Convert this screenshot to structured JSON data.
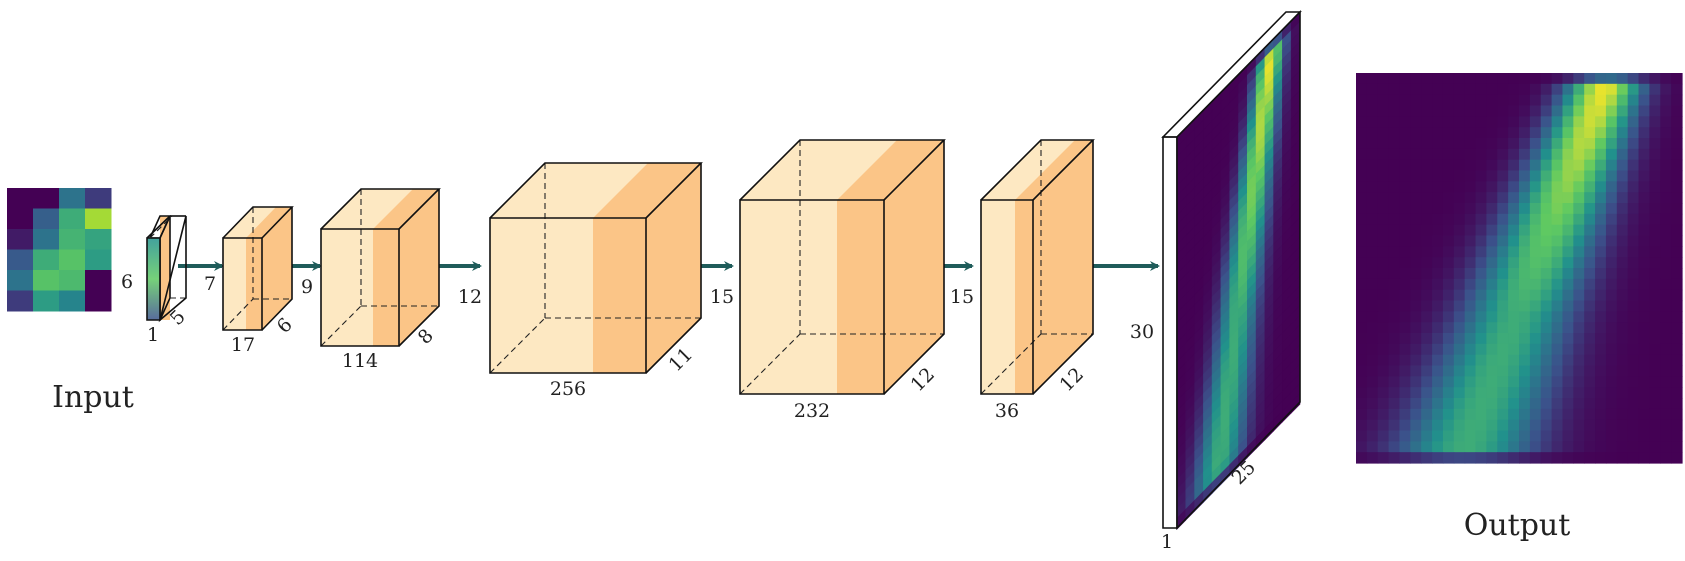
{
  "input": {
    "label": "Input",
    "grid": [
      [
        0.0,
        0.0,
        0.38,
        0.18
      ],
      [
        0.0,
        0.3,
        0.62,
        0.95
      ],
      [
        0.08,
        0.38,
        0.65,
        0.58
      ],
      [
        0.28,
        0.62,
        0.72,
        0.55
      ],
      [
        0.38,
        0.72,
        0.68,
        0.0
      ],
      [
        0.18,
        0.55,
        0.45,
        0.0
      ]
    ]
  },
  "output": {
    "label": "Output"
  },
  "layers": [
    {
      "height_label": "6",
      "width_label": "1",
      "depth_label": "5"
    },
    {
      "height_label": "7",
      "width_label": "17",
      "depth_label": "6"
    },
    {
      "height_label": "9",
      "width_label": "114",
      "depth_label": "8"
    },
    {
      "height_label": "12",
      "width_label": "256",
      "depth_label": "11"
    },
    {
      "height_label": "15",
      "width_label": "232",
      "depth_label": "12"
    },
    {
      "height_label": "15",
      "width_label": "36",
      "depth_label": "12"
    },
    {
      "height_label": "30",
      "width_label": "1",
      "depth_label": "25"
    }
  ],
  "colors": {
    "box_light": "#fde8c2",
    "box_dark": "#fbc587",
    "arrow": "#1f5c5a",
    "input_palette": [
      "#440154",
      "#3b528b",
      "#21918c",
      "#5ec962",
      "#b5de2b"
    ],
    "output_palette": [
      "#440154",
      "#3b528b",
      "#21918c",
      "#5ec962",
      "#fde725"
    ]
  }
}
